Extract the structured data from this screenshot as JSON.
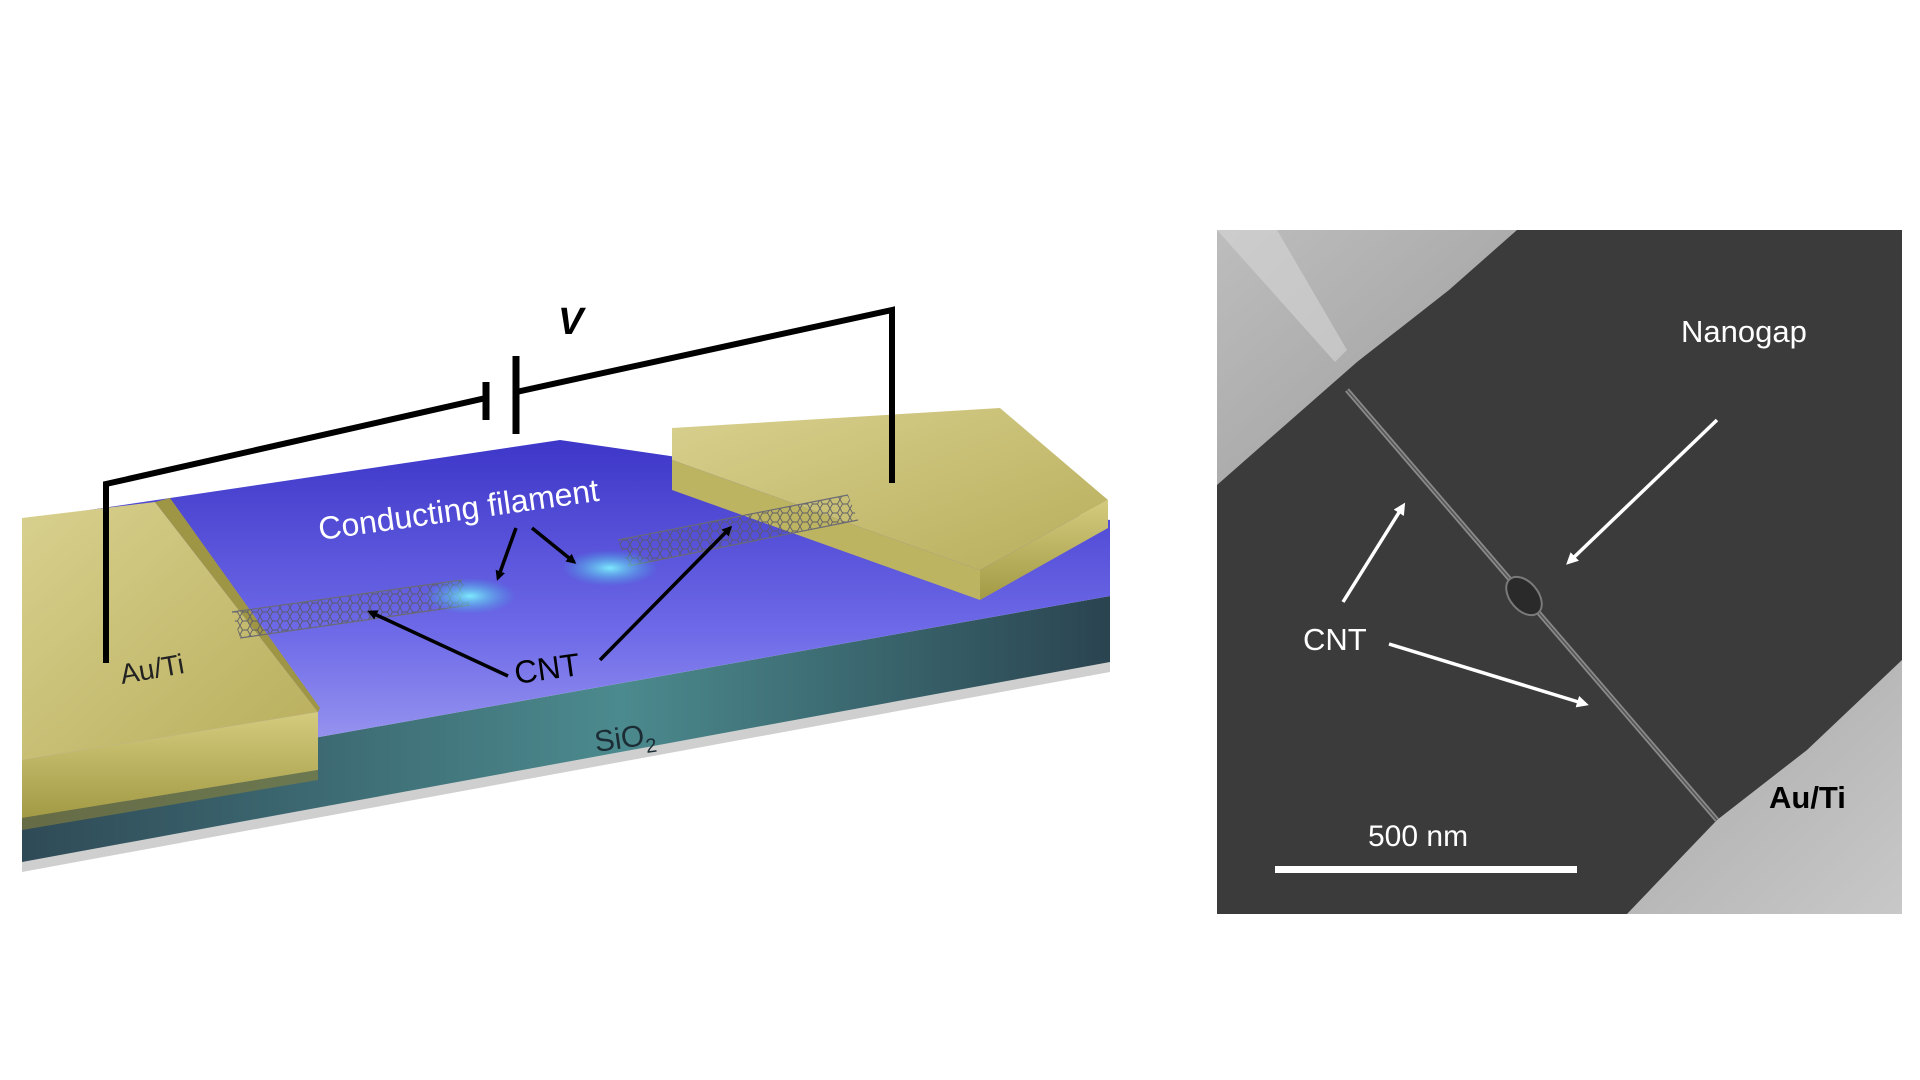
{
  "schematic": {
    "voltage_label": "V",
    "filament_label": "Conducting filament",
    "cnt_label": "CNT",
    "electrode_label": "Au/Ti",
    "substrate_label": "SiO",
    "substrate_subscript": "2"
  },
  "sem": {
    "nanogap_label": "Nanogap",
    "cnt_label": "CNT",
    "electrode_label": "Au/Ti",
    "scale_bar_label": "500 nm"
  },
  "colors": {
    "gold_top": "#c9c07a",
    "gold_front": "#b3aa52",
    "substrate_top": "#6f6be8",
    "substrate_side": "#3a5a66",
    "sem_background": "#3a3a3a",
    "annotation_white": "#ffffff",
    "annotation_black": "#000000"
  }
}
